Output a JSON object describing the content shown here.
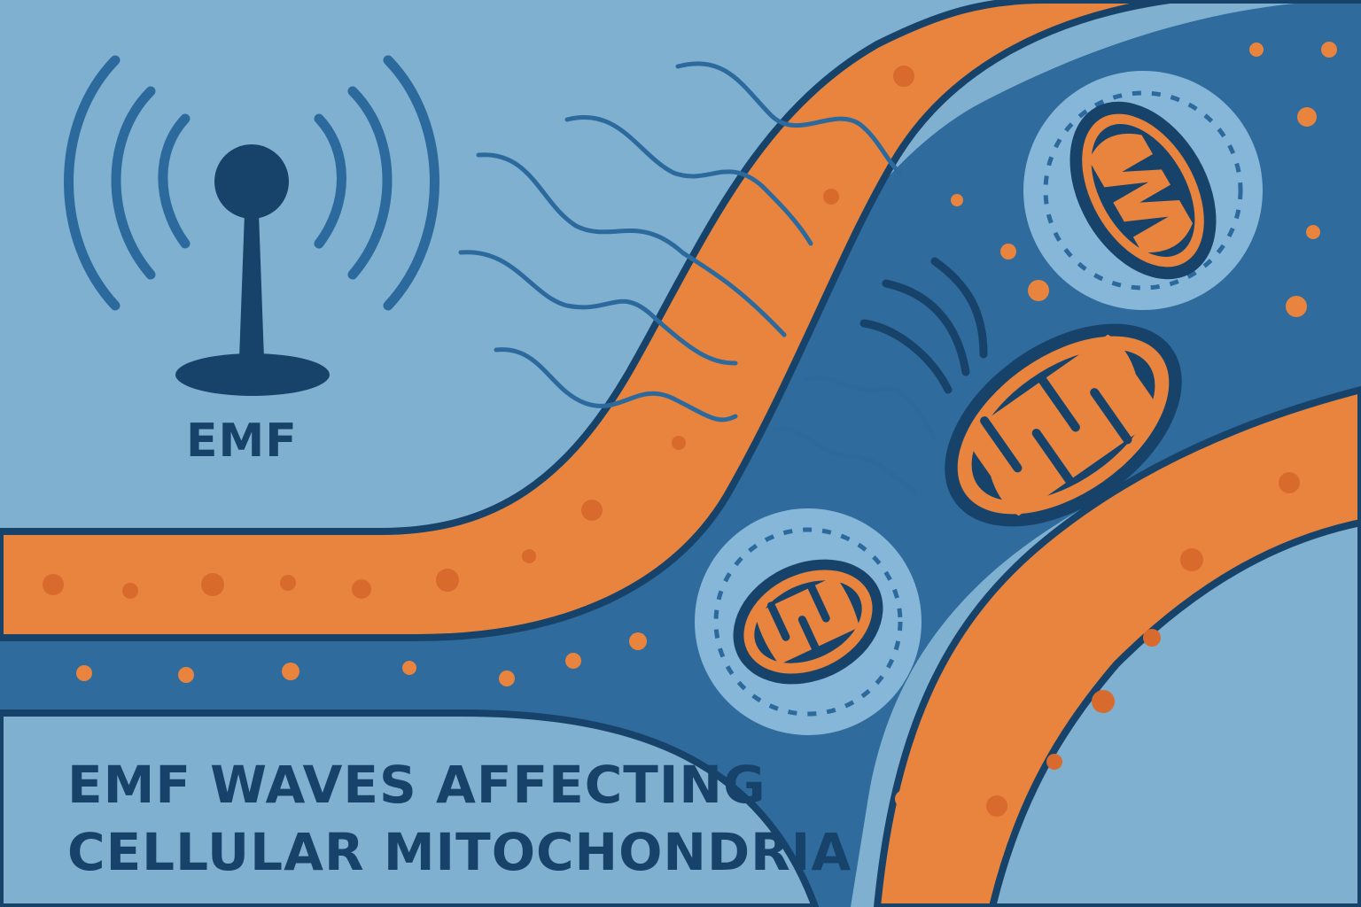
{
  "antenna": {
    "label": "EMF"
  },
  "title": {
    "line1": "EMF WAVES AFFECTING",
    "line2": "CELLULAR MITOCHONDRIA"
  },
  "colors": {
    "background": "#7fb0d0",
    "navy": "#17436b",
    "cell_interior": "#2f6b9c",
    "membrane": "#e8843e",
    "halo": "#86b7d8",
    "wave": "#2c6a9e"
  },
  "elements": [
    "antenna-icon",
    "signal-arcs",
    "wavy-emf-lines",
    "cell-membrane",
    "mitochondria-3"
  ]
}
